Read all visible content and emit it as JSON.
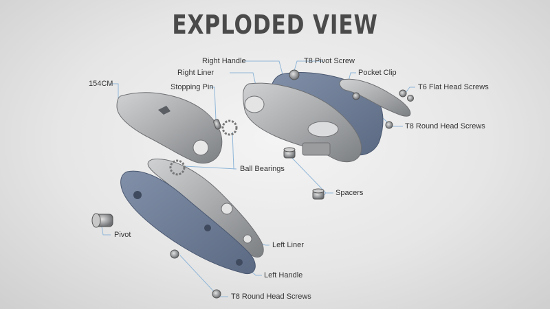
{
  "title": "EXPLODED VIEW",
  "labels": {
    "right_handle": "Right Handle",
    "t8_pivot_screw": "T8 Pivot Screw",
    "right_liner": "Right Liner",
    "pocket_clip": "Pocket Clip",
    "blade_steel": "154CM",
    "stopping_pin": "Stopping Pin",
    "t6_flat_head_screws": "T6 Flat Head Screws",
    "t8_round_head_screws_top": "T8 Round Head Screws",
    "ball_bearings": "Ball Bearings",
    "spacers": "Spacers",
    "pivot": "Pivot",
    "left_liner": "Left Liner",
    "left_handle": "Left Handle",
    "t8_round_head_screws_bottom": "T8 Round Head Screws"
  },
  "colors": {
    "background": "#e8e8e8",
    "handle": "#6e7d96",
    "steel": "#a7a9ab",
    "leader": "#8fb6d8",
    "title": "#4a4a4a"
  }
}
